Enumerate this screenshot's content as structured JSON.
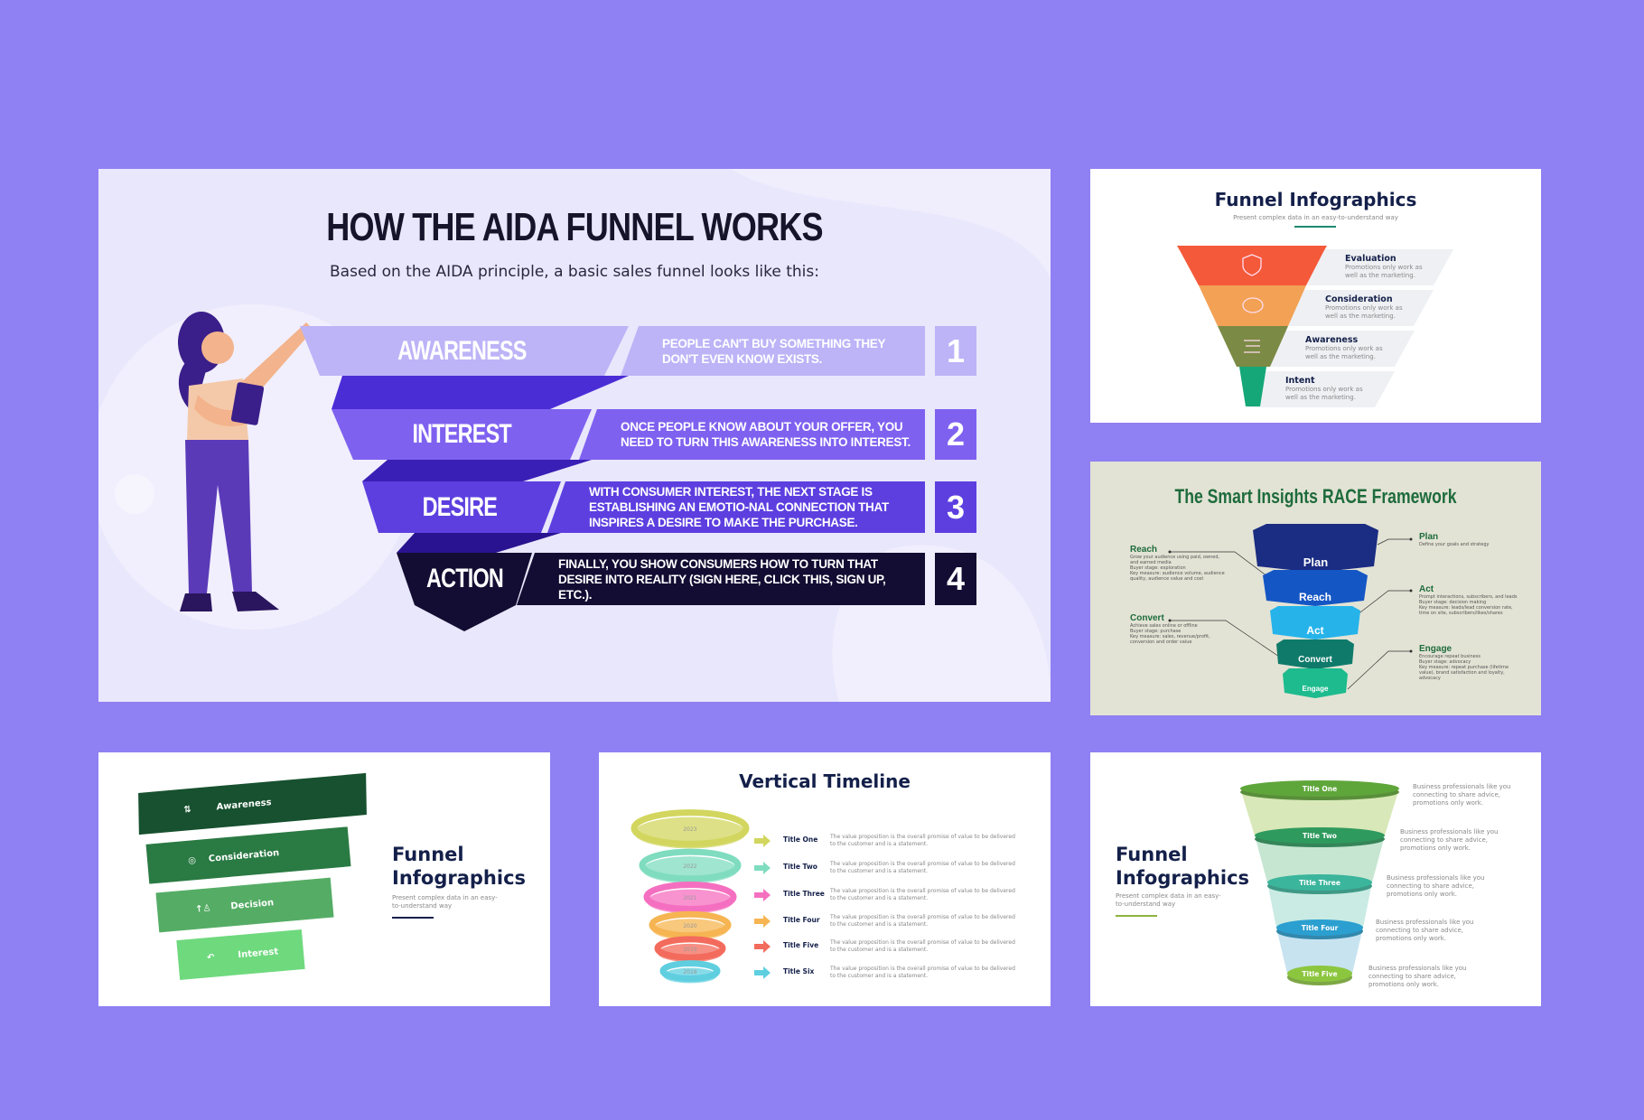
{
  "colors": {
    "background": "#8f80f3",
    "aida_light": "#bdb3f7",
    "aida_mid": "#7f61f0",
    "aida_deep": "#5d3fe0",
    "aida_dark": "#130d33"
  },
  "aida": {
    "title": "HOW THE AIDA FUNNEL WORKS",
    "subtitle": "Based on the AIDA principle, a basic sales funnel looks like this:",
    "stages": [
      {
        "label": "AWARENESS",
        "description": "PEOPLE CAN'T BUY SOMETHING THEY DON'T EVEN KNOW EXISTS.",
        "number": "1"
      },
      {
        "label": "INTEREST",
        "description": "ONCE PEOPLE KNOW ABOUT YOUR OFFER, YOU NEED TO TURN THIS AWARENESS INTO INTEREST.",
        "number": "2"
      },
      {
        "label": "DESIRE",
        "description": "WITH CONSUMER INTEREST, THE NEXT STAGE IS ESTABLISHING AN EMOTIO-NAL CONNECTION THAT INSPIRES A DESIRE TO MAKE THE PURCHASE.",
        "number": "3"
      },
      {
        "label": "ACTION",
        "description": "FINALLY, YOU SHOW CONSUMERS HOW TO TURN THAT DESIRE INTO REALITY (SIGN HERE, CLICK THIS, SIGN UP, ETC.).",
        "number": "4"
      }
    ]
  },
  "funnel1": {
    "title": "Funnel Infographics",
    "subtitle": "Present complex data in an easy-to-understand way",
    "items": [
      {
        "title": "Evaluation",
        "text": "Promotions only work as well as the marketing.",
        "icon": "shield-icon",
        "color": "#f4593a"
      },
      {
        "title": "Consideration",
        "text": "Promotions only work as well as the marketing.",
        "icon": "chat-bubble-icon",
        "color": "#f2a155"
      },
      {
        "title": "Awareness",
        "text": "Promotions only work as well as the marketing.",
        "icon": "hands-icon",
        "color": "#7b8a45"
      },
      {
        "title": "Intent",
        "text": "Promotions only work as well as the marketing.",
        "icon": "none",
        "color": "#15a777"
      }
    ]
  },
  "race": {
    "title": "The Smart Insights RACE Framework",
    "layers": [
      {
        "label": "Plan",
        "color": "#1b2c83"
      },
      {
        "label": "Reach",
        "color": "#1556c5"
      },
      {
        "label": "Act",
        "color": "#25b3ea"
      },
      {
        "label": "Convert",
        "color": "#0f7a6a"
      },
      {
        "label": "Engage",
        "color": "#1dbb8e"
      }
    ],
    "reach": {
      "title": "Reach",
      "text": "Grow your audience using paid, owned, and earned media",
      "stage": "Buyer stage: exploration",
      "measure": "Key measure: audience volume, audience quality, audience value and cost"
    },
    "convert": {
      "title": "Convert",
      "text": "Achieve sales online or offline",
      "stage": "Buyer stage: purchase",
      "measure": "Key measure: sales, revenue/profit, conversion and order value"
    },
    "plan": {
      "title": "Plan",
      "text": "Define your goals and strategy"
    },
    "act": {
      "title": "Act",
      "text": "Prompt interactions, subscribers, and leads",
      "stage": "Buyer stage: decision making",
      "measure": "Key measure: leads/lead conversion rate, time on site, subscribers/likes/shares"
    },
    "engage": {
      "title": "Engage",
      "text": "Encourage repeat business",
      "stage": "Buyer stage: advocacy",
      "measure": "Key measure: repeat purchase (lifetime value), brand satisfaction and loyalty, advocacy"
    }
  },
  "funnel2": {
    "title_line1": "Funnel",
    "title_line2": "Infographics",
    "subtitle": "Present complex data in an easy-to-understand way",
    "bands": [
      {
        "label": "Awareness",
        "icon": "arrows-up-down-icon",
        "color": "#17512f"
      },
      {
        "label": "Consideration",
        "icon": "person-circle-icon",
        "color": "#2a7a43"
      },
      {
        "label": "Decision",
        "icon": "person-growth-icon",
        "color": "#55ad65"
      },
      {
        "label": "Interest",
        "icon": "undo-arrow-icon",
        "color": "#6fd97e"
      }
    ]
  },
  "timeline": {
    "title": "Vertical Timeline",
    "items": [
      {
        "year": "2023",
        "title": "Title One",
        "text": "The value proposition is the overall promise of value to be delivered to the customer and is a statement.",
        "color": "#d2d65e"
      },
      {
        "year": "2022",
        "title": "Title Two",
        "text": "The value proposition is the overall promise of value to be delivered to the customer and is a statement.",
        "color": "#7fdcbf"
      },
      {
        "year": "2021",
        "title": "Title Three",
        "text": "The value proposition is the overall promise of value to be delivered to the customer and is a statement.",
        "color": "#f56fc0"
      },
      {
        "year": "2020",
        "title": "Title Four",
        "text": "The value proposition is the overall promise of value to be delivered to the customer and is a statement.",
        "color": "#f6b552"
      },
      {
        "year": "2019",
        "title": "Title Five",
        "text": "The value proposition is the overall promise of value to be delivered to the customer and is a statement.",
        "color": "#f36b5c"
      },
      {
        "year": "2018",
        "title": "Title Six",
        "text": "The value proposition is the overall promise of value to be delivered to the customer and is a statement.",
        "color": "#5fcfe0"
      }
    ]
  },
  "funnel3": {
    "title_line1": "Funnel",
    "title_line2": "Infographics",
    "subtitle": "Present complex data in an easy-to-understand way",
    "items": [
      {
        "title": "Title One",
        "text": "Business professionals like you connecting to share advice, promotions only work.",
        "color": "#5fa63a"
      },
      {
        "title": "Title Two",
        "text": "Business professionals like you connecting to share advice, promotions only work.",
        "color": "#2f9a5e"
      },
      {
        "title": "Title Three",
        "text": "Business professionals like you connecting to share advice, promotions only work.",
        "color": "#3bb59c"
      },
      {
        "title": "Title Four",
        "text": "Business professionals like you connecting to share advice, promotions only work.",
        "color": "#2b9fd0"
      },
      {
        "title": "Title Five",
        "text": "Business professionals like you connecting to share advice, promotions only work.",
        "color": "#8cc63f"
      }
    ]
  }
}
